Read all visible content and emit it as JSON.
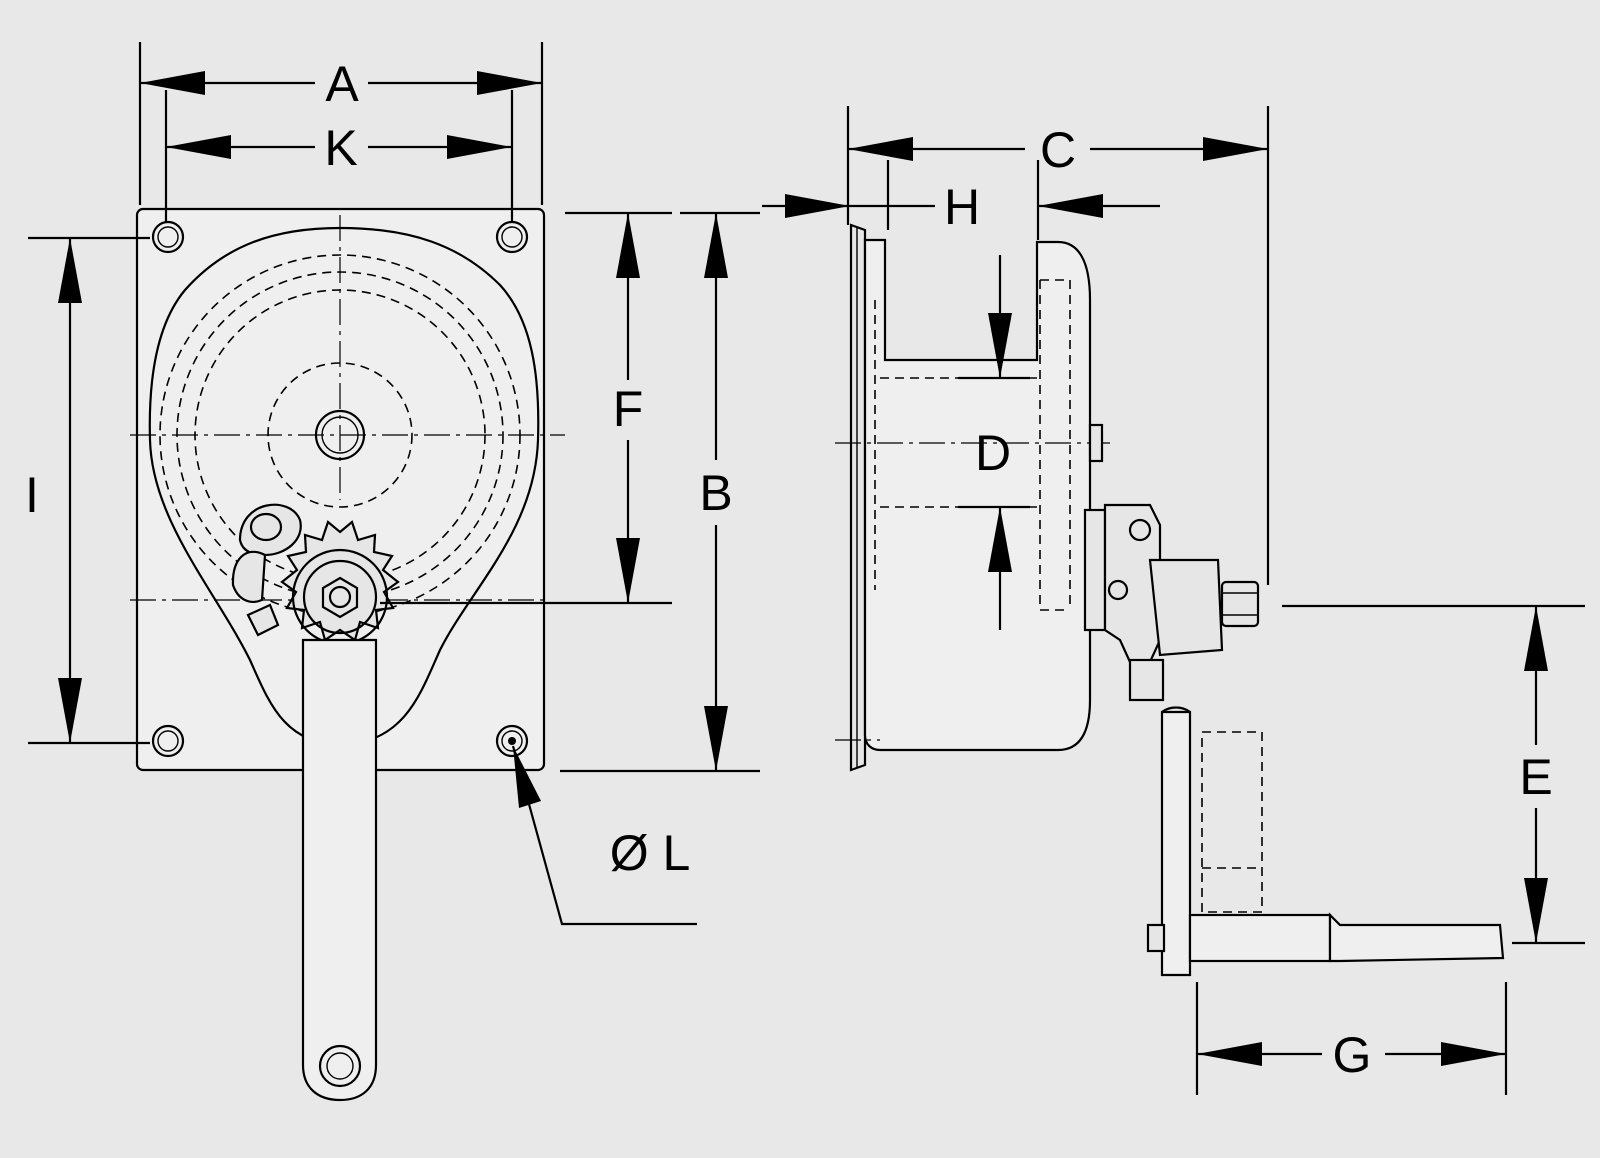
{
  "labels": {
    "A": "A",
    "K": "K",
    "I": "I",
    "F": "F",
    "B": "B",
    "C": "C",
    "H": "H",
    "D": "D",
    "E": "E",
    "G": "G",
    "L": "Ø L"
  },
  "colors": {
    "background": "#e8e8e8",
    "line": "#000000"
  }
}
